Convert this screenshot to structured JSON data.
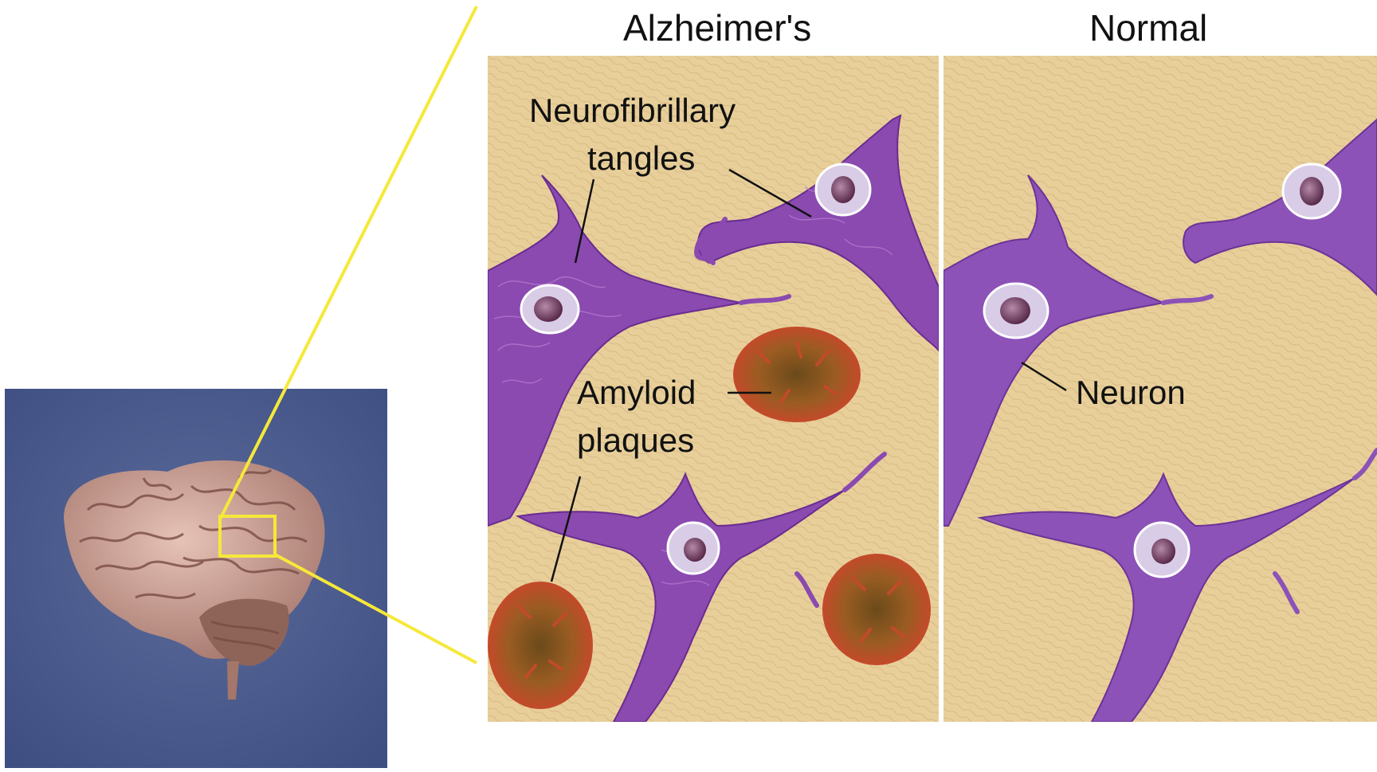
{
  "panels": {
    "left_title": "Alzheimer's",
    "right_title": "Normal"
  },
  "labels": {
    "tangles_line1": "Neurofibrillary",
    "tangles_line2": "tangles",
    "plaques_line1": "Amyloid",
    "plaques_line2": "plaques",
    "neuron": "Neuron"
  },
  "colors": {
    "tissue": "#e8cf9a",
    "neuron": "#8a4ab0",
    "neuron_light": "#a86bc6",
    "plaque": "#8a5a20",
    "callout": "#f6e83a",
    "brain_bg": "#4a5a8c",
    "brain": "#c99a8e"
  },
  "icons": {
    "brain": "brain-illustration",
    "zoom_box": "zoom-box"
  }
}
